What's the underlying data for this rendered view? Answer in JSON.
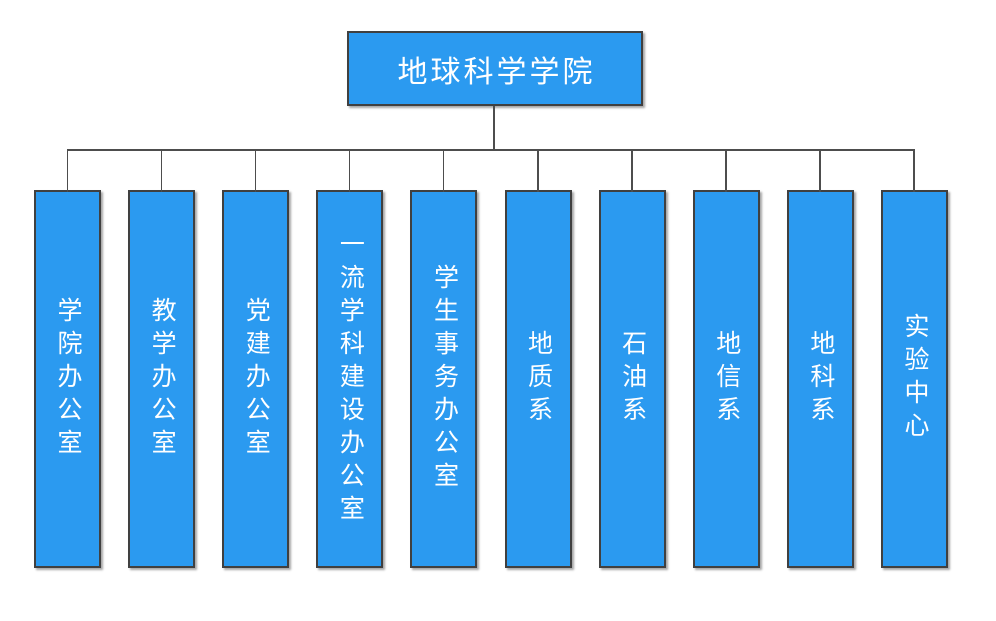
{
  "chart": {
    "type": "org-chart",
    "root": {
      "label": "地球科学学院"
    },
    "children": [
      {
        "label": "学院办公室"
      },
      {
        "label": "教学办公室"
      },
      {
        "label": "党建办公室"
      },
      {
        "label": "一流学科建设办公室"
      },
      {
        "label": "学生事务办公室"
      },
      {
        "label": "地质系"
      },
      {
        "label": "石油系"
      },
      {
        "label": "地信系"
      },
      {
        "label": "地科系"
      },
      {
        "label": "实验中心"
      }
    ],
    "colors": {
      "box_fill": "#2B9AF0",
      "box_border": "#404040",
      "line": "#4D4D4D",
      "text": "#FFFFFF",
      "background": "#FFFFFF"
    }
  }
}
